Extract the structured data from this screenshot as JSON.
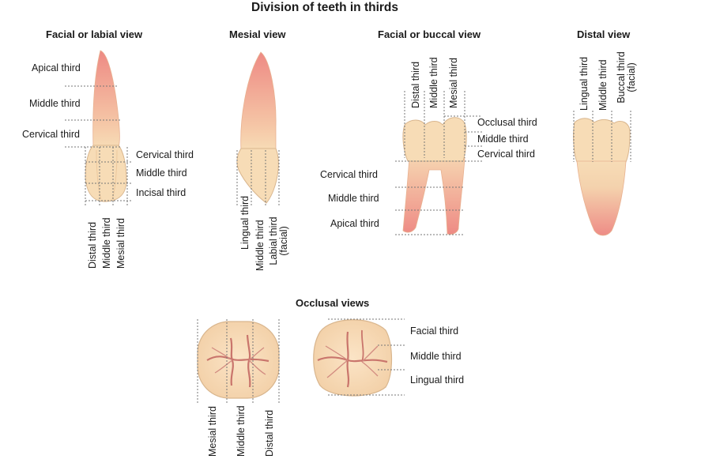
{
  "title": "Division of teeth in thirds",
  "views": {
    "facial_labial": {
      "heading": "Facial or labial view",
      "left_labels": [
        "Apical third",
        "Middle third",
        "Cervical third"
      ],
      "right_labels": [
        "Cervical third",
        "Middle third",
        "Incisal third"
      ],
      "bottom_labels": [
        "Distal third",
        "Middle third",
        "Mesial third"
      ]
    },
    "mesial": {
      "heading": "Mesial view",
      "bottom_labels": [
        "Lingual third",
        "Middle third",
        "Labial third",
        "(facial)"
      ]
    },
    "facial_buccal": {
      "heading": "Facial or buccal view",
      "top_labels": [
        "Distal third",
        "Middle third",
        "Mesial third"
      ],
      "right_labels": [
        "Occlusal third",
        "Middle third",
        "Cervical third"
      ],
      "left_labels": [
        "Cervical third",
        "Middle third",
        "Apical third"
      ]
    },
    "distal": {
      "heading": "Distal view",
      "top_labels": [
        "Lingual third",
        "Middle third",
        "Buccal third",
        "(facial)"
      ]
    },
    "occlusal": {
      "heading": "Occlusal views",
      "bottom_labels": [
        "Mesial third",
        "Middle third",
        "Distal third"
      ],
      "right_labels": [
        "Facial third",
        "Middle third",
        "Lingual third"
      ]
    }
  },
  "colors": {
    "crown": "#f7dcb6",
    "root_tip": "#ef8f86",
    "groove": "#c9756c",
    "outline": "#d9b68e",
    "dash": "#777777"
  }
}
